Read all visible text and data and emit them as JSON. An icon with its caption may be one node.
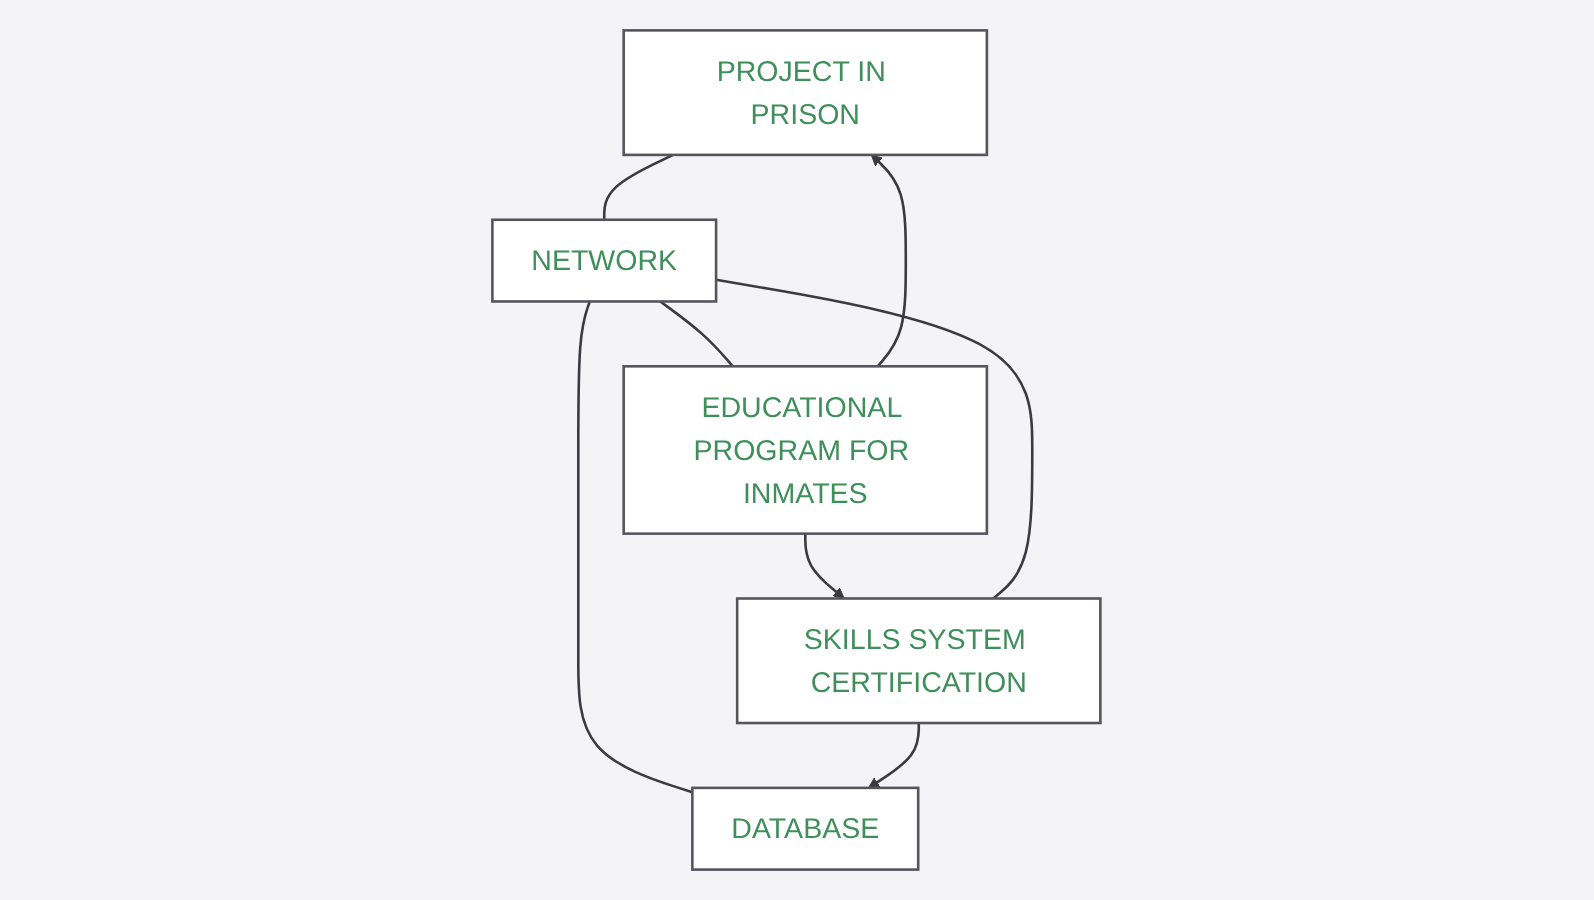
{
  "diagram": {
    "nodes": [
      {
        "text": [
          "PROJECT IN PRISON"
        ]
      },
      {
        "text": [
          "EDUCATIONAL PROGRAM FOR INMATES"
        ]
      },
      {
        "text": [
          "NETWORK"
        ]
      },
      {
        "text": [
          "SKILLS SYSTEM CERTIFICATION"
        ]
      },
      {
        "text": [
          "DATABASE"
        ]
      }
    ],
    "edges": [
      {
        "from": 1,
        "to": 0,
        "arrow": "to"
      },
      {
        "from": 0,
        "to": 2,
        "arrow": "none"
      },
      {
        "from": 1,
        "to": 3,
        "arrow": "to"
      },
      {
        "from": 2,
        "to": 1,
        "arrow": "none"
      },
      {
        "from": 2,
        "to": 3,
        "arrow": "none"
      },
      {
        "from": 2,
        "to": 4,
        "arrow": "none"
      },
      {
        "from": 3,
        "to": 4,
        "arrow": "to"
      }
    ]
  }
}
